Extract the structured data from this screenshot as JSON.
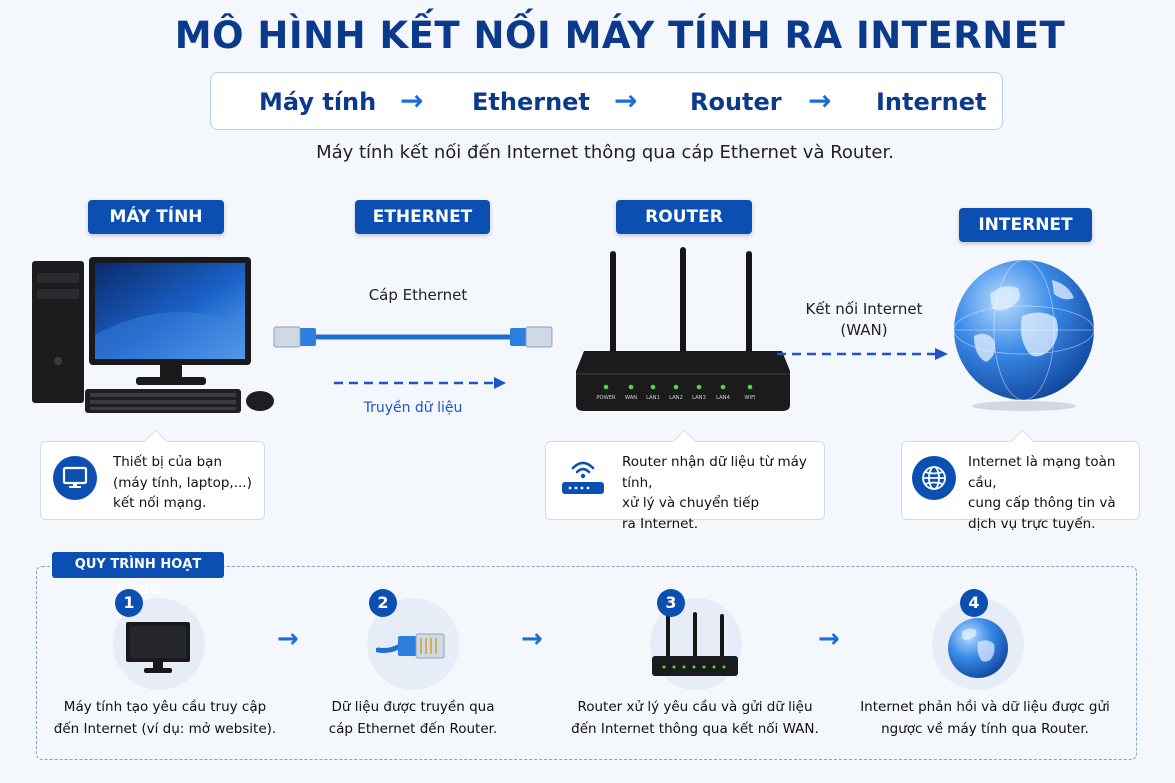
{
  "title": "MÔ HÌNH KẾT NỐI MÁY TÍNH RA INTERNET",
  "flow": {
    "items": [
      "Máy tính",
      "Ethernet",
      "Router",
      "Internet"
    ],
    "arrow": "→"
  },
  "subtitle": "Máy tính kết nối đến Internet thông qua cáp Ethernet và Router.",
  "sections": {
    "computer": "MÁY TÍNH",
    "ethernet": "ETHERNET",
    "router": "ROUTER",
    "internet": "INTERNET"
  },
  "labels": {
    "cable": "Cáp Ethernet",
    "transfer": "Truyền dữ liệu",
    "wan_line1": "Kết nối Internet",
    "wan_line2": "(WAN)"
  },
  "router_ports": [
    "POWER",
    "WAN",
    "LAN1",
    "LAN2",
    "LAN3",
    "LAN4",
    "WIFI"
  ],
  "callouts": {
    "computer": [
      "Thiết bị của bạn",
      "(máy tính, laptop,...)",
      "kết nối mạng."
    ],
    "router": [
      "Router nhận dữ liệu từ máy tính,",
      "xử lý và chuyển tiếp",
      "ra Internet."
    ],
    "internet": [
      "Internet là mạng toàn cầu,",
      "cung cấp thông tin và",
      "dịch vụ trực tuyến."
    ]
  },
  "process": {
    "title": "QUY TRÌNH HOẠT ĐỘNG",
    "steps": [
      {
        "num": "1",
        "line1": "Máy tính tạo yêu cầu truy cập",
        "line2": "đến Internet (ví dụ: mở website)."
      },
      {
        "num": "2",
        "line1": "Dữ liệu được truyền qua",
        "line2": "cáp Ethernet đến Router."
      },
      {
        "num": "3",
        "line1": "Router xử lý yêu cầu và gửi dữ liệu",
        "line2": "đến Internet thông qua kết nối WAN."
      },
      {
        "num": "4",
        "line1": "Internet phản hồi và dữ liệu được gửi",
        "line2": "ngược về máy tính qua Router."
      }
    ]
  },
  "colors": {
    "navy": "#0b3a8c",
    "badge": "#0b4fb3",
    "accent": "#1a6fd6",
    "background": "#f4f7fb"
  }
}
